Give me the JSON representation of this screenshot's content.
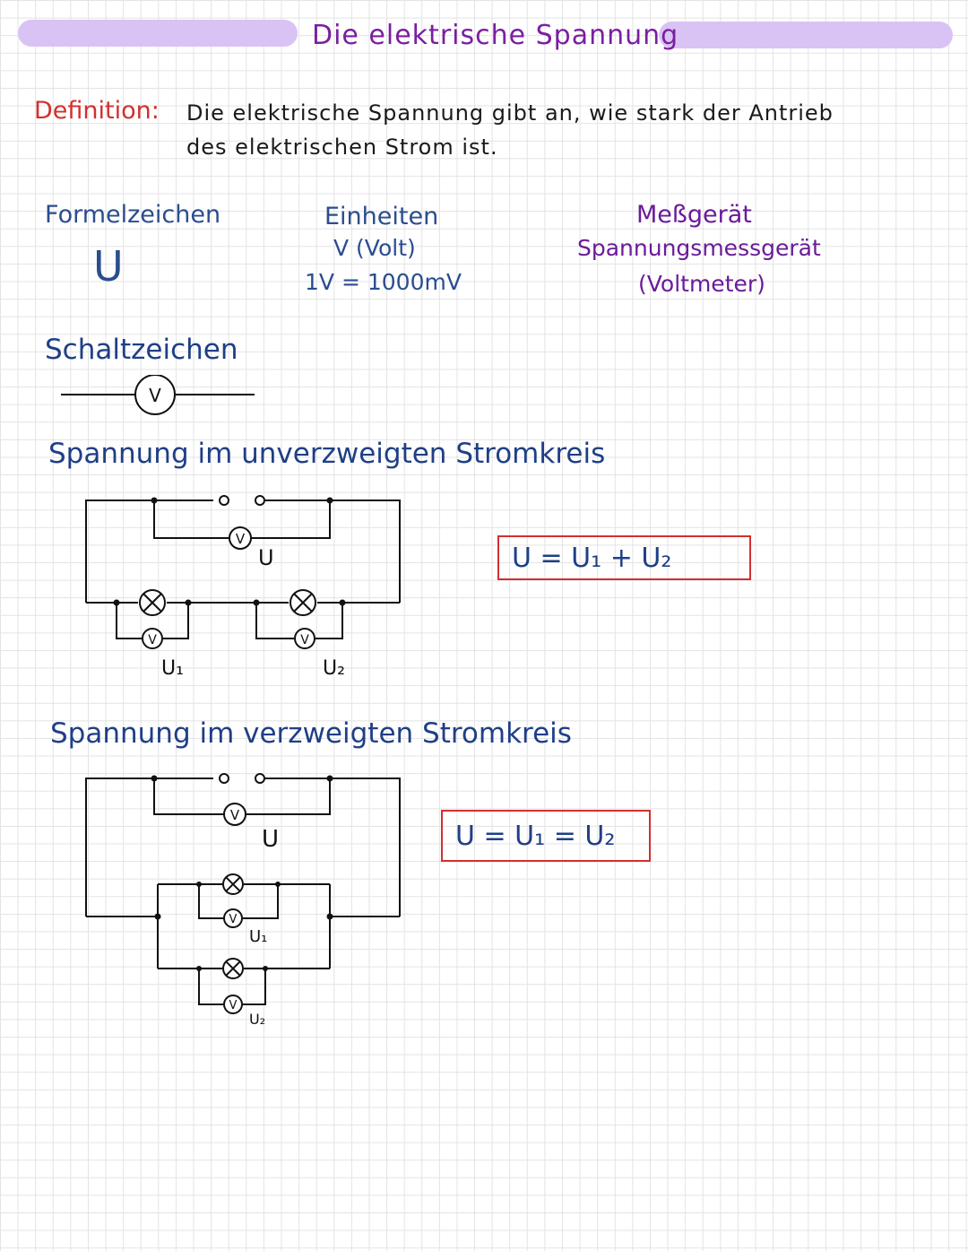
{
  "header": {
    "title": "Die elektrische Spannung",
    "accent_color": "#d9c3f5"
  },
  "definition": {
    "label": "Definition:",
    "line1": "Die elektrische Spannung gibt an, wie stark der Antrieb",
    "line2": "des elektrischen Strom ist."
  },
  "columns": {
    "formula_symbol": {
      "heading": "Formelzeichen",
      "value": "U"
    },
    "units": {
      "heading": "Einheiten",
      "line1": "V (Volt)",
      "line2": "1V = 1000mV"
    },
    "device": {
      "heading": "Meßgerät",
      "line1": "Spannungsmessgerät",
      "line2": "(Voltmeter)"
    }
  },
  "circuit_symbol": {
    "heading": "Schaltzeichen",
    "symbol_letter": "V"
  },
  "series_circuit": {
    "heading": "Spannung im unverzweigten Stromkreis",
    "formula": "U = U₁ + U₂",
    "labels": {
      "voltmeter": "V",
      "total": "U",
      "u1": "U₁",
      "u2": "U₂"
    }
  },
  "parallel_circuit": {
    "heading": "Spannung im verzweigten Stromkreis",
    "formula": "U = U₁ = U₂",
    "labels": {
      "voltmeter": "V",
      "total": "U",
      "u1": "U₁",
      "u2": "U₂"
    }
  }
}
